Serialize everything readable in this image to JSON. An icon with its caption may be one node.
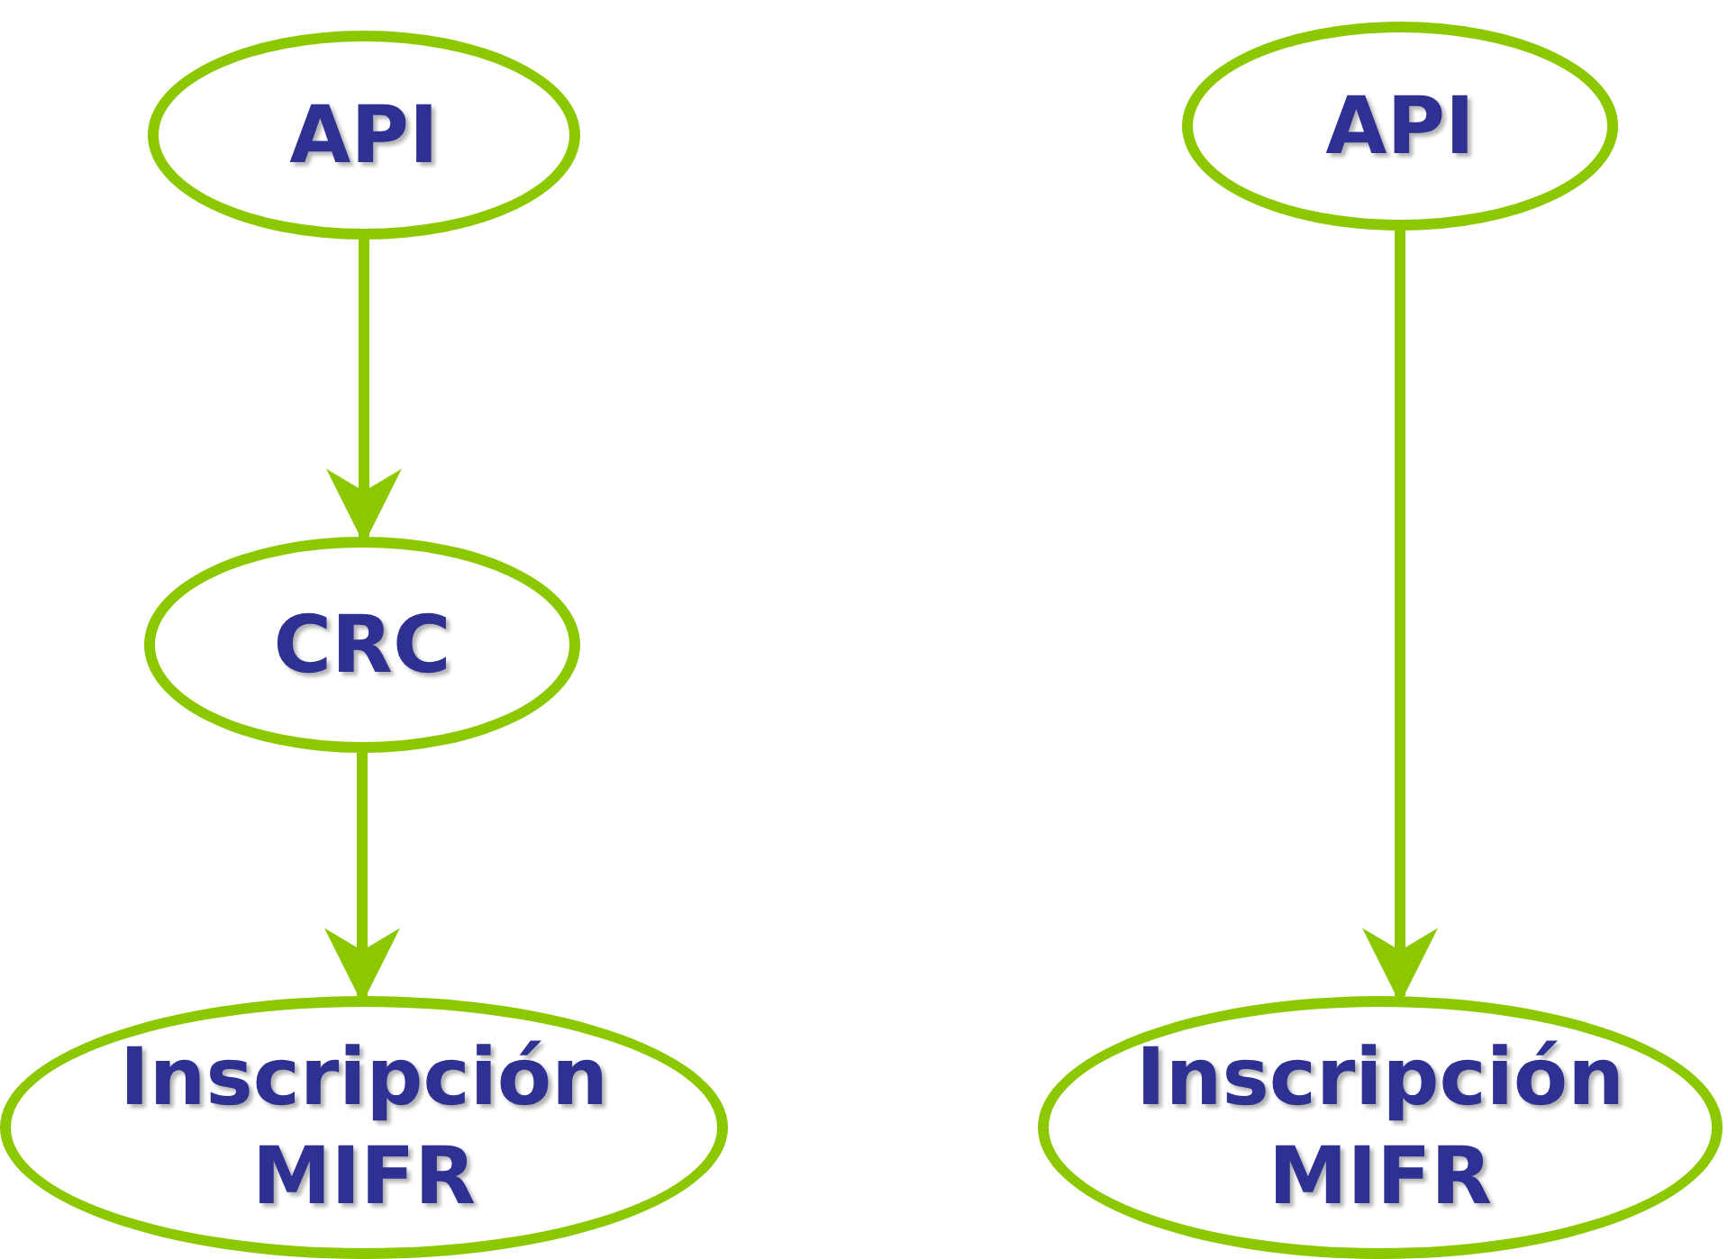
{
  "diagram": {
    "nodes": [
      {
        "text": [
          "API"
        ]
      },
      {
        "text": [
          "CRC"
        ]
      },
      {
        "text": [
          "Inscripción MIFR"
        ]
      },
      {
        "text": [
          "API"
        ]
      },
      {
        "text": [
          "Inscripción MIFR"
        ]
      }
    ],
    "edges": [
      {
        "from": 0,
        "to": 1,
        "arrow": "to"
      },
      {
        "from": 1,
        "to": 2,
        "arrow": "to"
      },
      {
        "from": 3,
        "to": 4,
        "arrow": "to"
      }
    ]
  }
}
